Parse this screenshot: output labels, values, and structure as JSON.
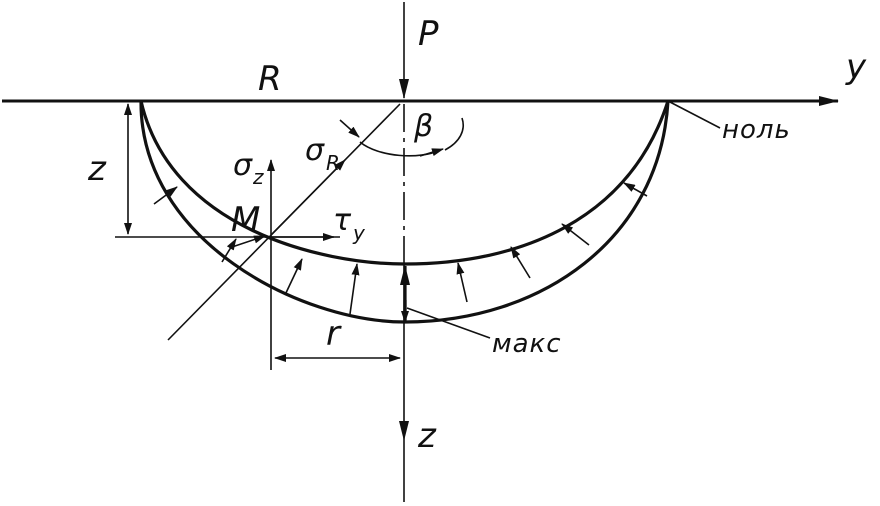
{
  "diagram": {
    "labels": {
      "force": "P",
      "axis_y": "y",
      "axis_z_bottom": "z",
      "radius": "R",
      "depth": "z",
      "angle": "β",
      "sigma_z": "σ",
      "sigma_z_sub": "z",
      "sigma_R": "σ",
      "sigma_R_sub": "R",
      "point": "M",
      "tau": "τ",
      "tau_sub": "y",
      "offset": "r",
      "zero_note": "ноль",
      "max_note": "макс"
    },
    "colors": {
      "ink": "#111111",
      "background": "#ffffff"
    }
  }
}
